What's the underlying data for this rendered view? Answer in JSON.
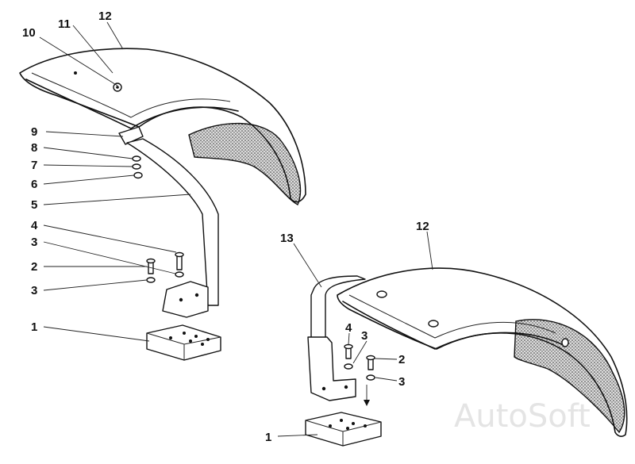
{
  "watermark": "AutoSoft",
  "callouts": {
    "left_1": "1",
    "left_2": "2",
    "left_3a": "3",
    "left_3b": "3",
    "left_4": "4",
    "left_5": "5",
    "left_6": "6",
    "left_7": "7",
    "left_8": "8",
    "left_9": "9",
    "left_10": "10",
    "left_11": "11",
    "left_12": "12",
    "right_1": "1",
    "right_2": "2",
    "right_3a": "3",
    "right_3b": "3",
    "right_4": "4",
    "right_12": "12",
    "right_13": "13"
  }
}
